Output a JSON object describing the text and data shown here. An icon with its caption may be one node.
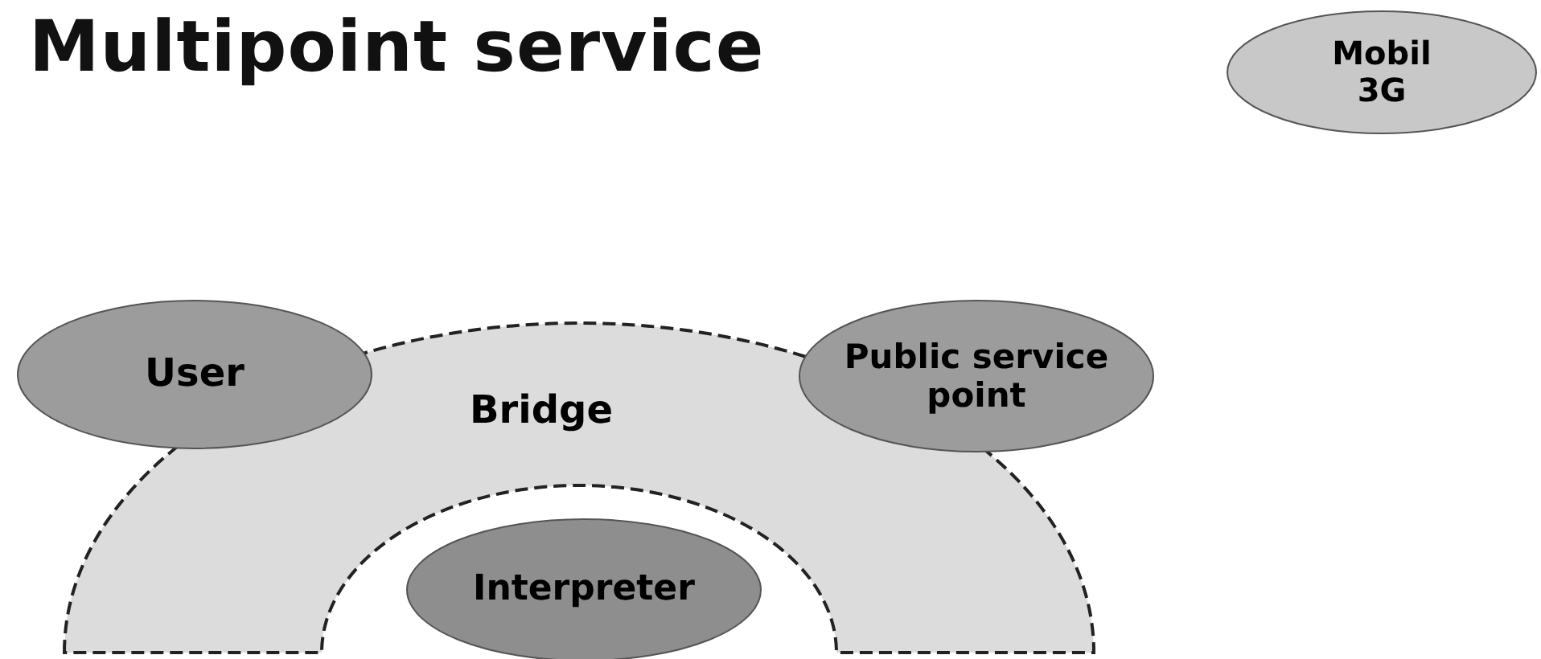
{
  "diagram": {
    "title": "Multipoint service",
    "nodes": [
      {
        "text": [
          "Mobil 3G"
        ]
      },
      {
        "text": [
          "Bridge"
        ]
      },
      {
        "text": [
          "User"
        ]
      },
      {
        "text": [
          "Public service point"
        ]
      },
      {
        "text": [
          "Interpreter"
        ]
      }
    ]
  }
}
